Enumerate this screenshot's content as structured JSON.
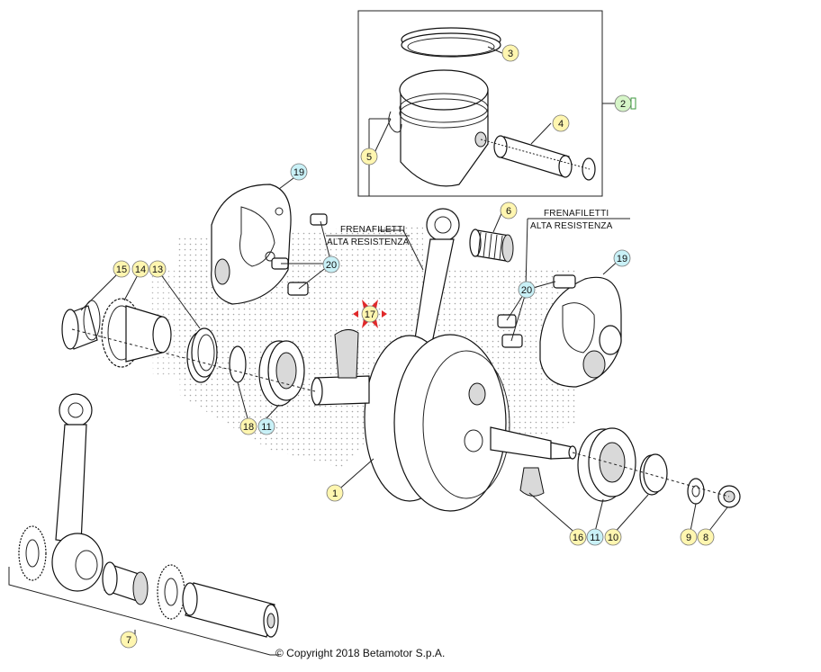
{
  "theme": {
    "callout_yellow": "#fff6b0",
    "callout_blue": "#c9f1f7",
    "callout_green": "#d6f5c8",
    "highlight_marker": "#e0292a",
    "stipple": "#9a9a9a"
  },
  "callouts": [
    {
      "id": "c1",
      "label": "1",
      "color": "yellow"
    },
    {
      "id": "c2",
      "label": "2",
      "color": "green"
    },
    {
      "id": "c3",
      "label": "3",
      "color": "yellow"
    },
    {
      "id": "c4",
      "label": "4",
      "color": "yellow"
    },
    {
      "id": "c5",
      "label": "5",
      "color": "yellow"
    },
    {
      "id": "c6",
      "label": "6",
      "color": "yellow"
    },
    {
      "id": "c7",
      "label": "7",
      "color": "yellow"
    },
    {
      "id": "c8",
      "label": "8",
      "color": "yellow"
    },
    {
      "id": "c9",
      "label": "9",
      "color": "yellow"
    },
    {
      "id": "c10",
      "label": "10",
      "color": "yellow"
    },
    {
      "id": "c11a",
      "label": "11",
      "color": "blue"
    },
    {
      "id": "c11b",
      "label": "11",
      "color": "blue"
    },
    {
      "id": "c13",
      "label": "13",
      "color": "yellow"
    },
    {
      "id": "c14",
      "label": "14",
      "color": "yellow"
    },
    {
      "id": "c15",
      "label": "15",
      "color": "yellow"
    },
    {
      "id": "c16",
      "label": "16",
      "color": "yellow"
    },
    {
      "id": "c17",
      "label": "17",
      "color": "yellow"
    },
    {
      "id": "c18",
      "label": "18",
      "color": "yellow"
    },
    {
      "id": "c19a",
      "label": "19",
      "color": "blue"
    },
    {
      "id": "c19b",
      "label": "19",
      "color": "blue"
    },
    {
      "id": "c20a",
      "label": "20",
      "color": "blue"
    },
    {
      "id": "c20b",
      "label": "20",
      "color": "blue"
    }
  ],
  "notes": {
    "left": {
      "line1": "FRENAFILETTI",
      "line2": "ALTA RESISTENZA"
    },
    "right": {
      "line1": "FRENAFILETTI",
      "line2": "ALTA RESISTENZA"
    }
  },
  "copyright": "© Copyright 2018 Betamotor S.p.A."
}
